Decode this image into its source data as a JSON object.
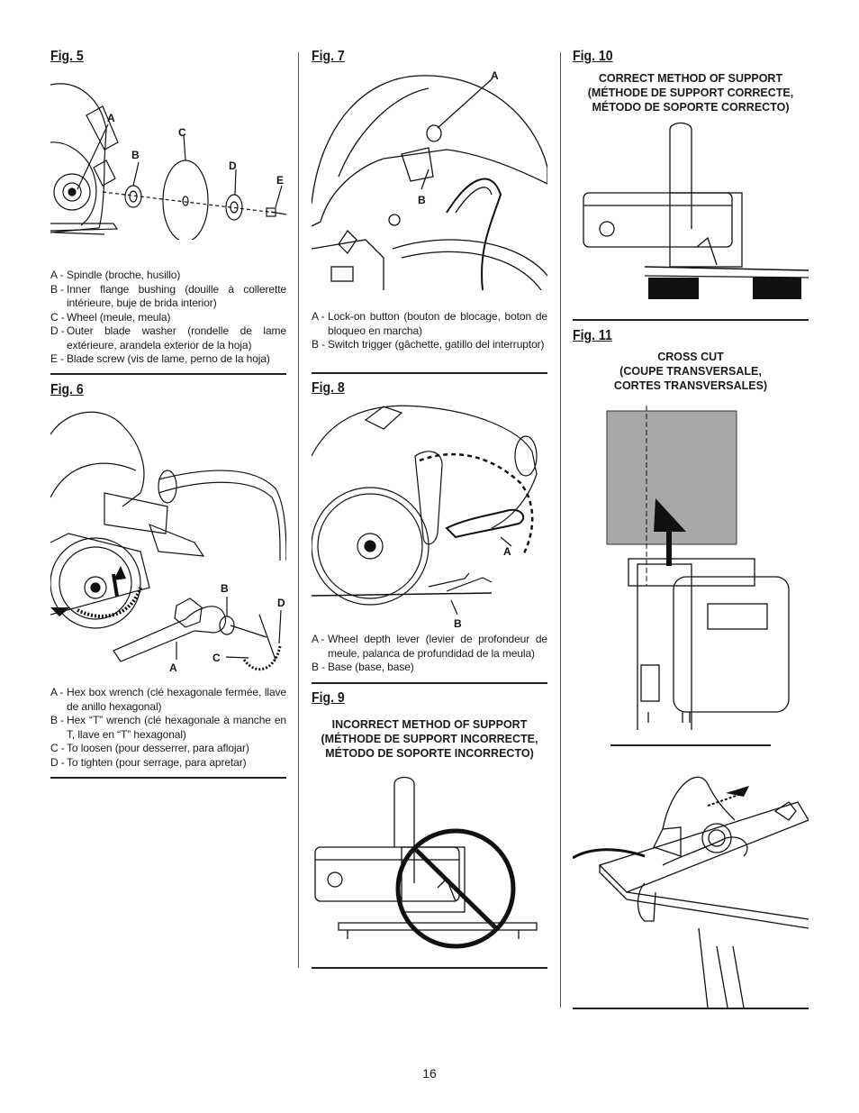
{
  "fig5": {
    "title": "Fig. 5",
    "labels": {
      "a": "A",
      "b": "B",
      "c": "C",
      "d": "D",
      "e": "E"
    },
    "legend": [
      {
        "key": "A -",
        "text": "Spindle (broche, husillo)"
      },
      {
        "key": "B -",
        "text": "Inner flange bushing (douille à collerette intérieure, buje de brida interior)"
      },
      {
        "key": "C -",
        "text": "Wheel (meule, meula)"
      },
      {
        "key": "D -",
        "text": "Outer blade washer (rondelle de lame extérieure, arandela exterior de la hoja)"
      },
      {
        "key": "E -",
        "text": "Blade screw (vis de lame, perno de la hoja)"
      }
    ]
  },
  "fig6": {
    "title": "Fig. 6",
    "labels": {
      "a": "A",
      "b": "B",
      "c": "C",
      "d": "D"
    },
    "legend": [
      {
        "key": "A -",
        "text": "Hex box wrench (clé hexagonale fermée, llave de anillo hexagonal)"
      },
      {
        "key": "B -",
        "text": "Hex “T” wrench (clé hexagonale à manche en T, llave en “T” hexagonal)"
      },
      {
        "key": "C -",
        "text": "To loosen (pour desserrer, para aflojar)"
      },
      {
        "key": "D -",
        "text": "To tighten (pour serrage, para apretar)"
      }
    ]
  },
  "fig7": {
    "title": "Fig. 7",
    "labels": {
      "a": "A",
      "b": "B"
    },
    "legend": [
      {
        "key": "A -",
        "text": "Lock-on button (bouton de blocage, boton de bloqueo en marcha)"
      },
      {
        "key": "B -",
        "text": "Switch trigger (gâchette, gatillo del interruptor)"
      }
    ]
  },
  "fig8": {
    "title": "Fig. 8",
    "labels": {
      "a": "A",
      "b": "B"
    },
    "legend": [
      {
        "key": "A -",
        "text": "Wheel depth lever (levier de profondeur de meule, palanca de profundidad de la meula)"
      },
      {
        "key": "B -",
        "text": "Base (base, base)"
      }
    ]
  },
  "fig9": {
    "title": "Fig. 9",
    "caption": [
      "INCORRECT METHOD OF SUPPORT",
      "(MÉTHODE DE SUPPORT INCORRECTE,",
      "MÉTODO DE SOPORTE INCORRECTO)"
    ]
  },
  "fig10": {
    "title": "Fig. 10",
    "caption": [
      "CORRECT METHOD OF SUPPORT",
      "(MÉTHODE DE SUPPORT CORRECTE,",
      "MÉTODO DE SOPORTE CORRECTO)"
    ]
  },
  "fig11": {
    "title": "Fig. 11",
    "caption": [
      "CROSS CUT",
      "(COUPE TRANSVERSALE,",
      "CORTES TRANSVERSALES)"
    ]
  },
  "page_number": "16"
}
